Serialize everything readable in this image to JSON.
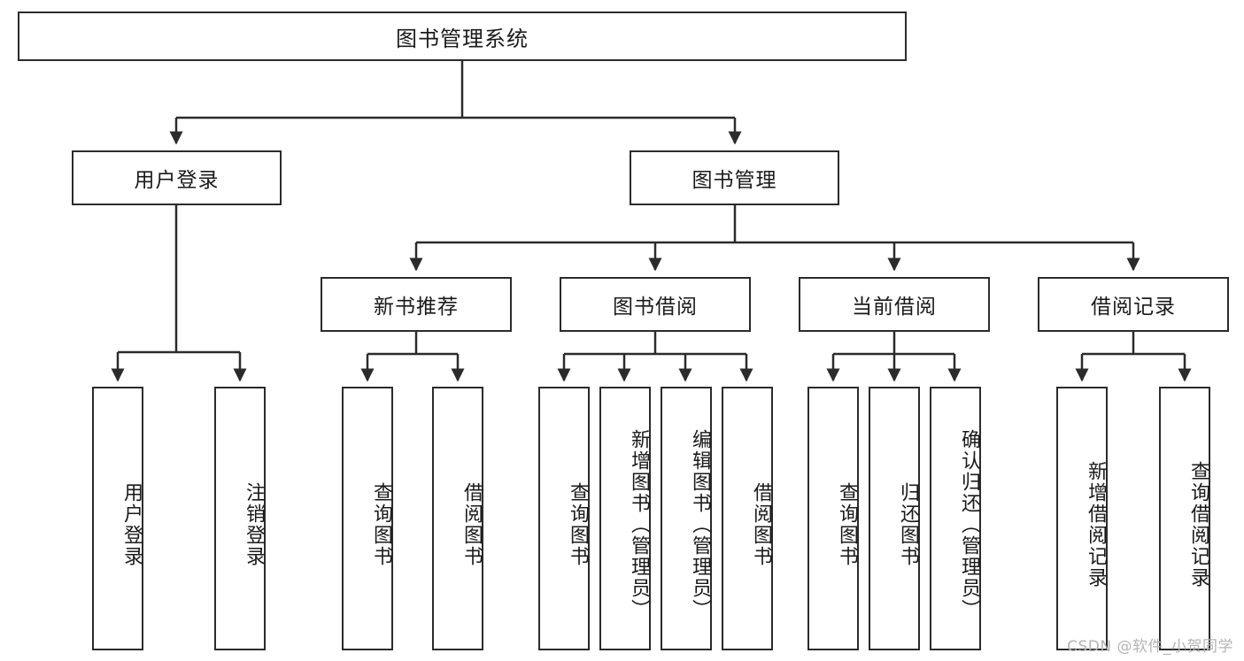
{
  "diagram": {
    "type": "tree-hierarchy",
    "title": "图书管理系统",
    "root": {
      "label": "图书管理系统"
    },
    "level2": [
      {
        "id": "user-login",
        "label": "用户登录"
      },
      {
        "id": "book-management",
        "label": "图书管理"
      }
    ],
    "level3": [
      {
        "id": "new-book-recommend",
        "label": "新书推荐",
        "parent": "book-management"
      },
      {
        "id": "book-borrow",
        "label": "图书借阅",
        "parent": "book-management"
      },
      {
        "id": "current-borrow",
        "label": "当前借阅",
        "parent": "book-management"
      },
      {
        "id": "borrow-record",
        "label": "借阅记录",
        "parent": "book-management"
      }
    ],
    "leaves": {
      "user-login": [
        {
          "id": "leaf-user-login",
          "label": "用户登录"
        },
        {
          "id": "leaf-user-logout",
          "label": "注销登录"
        }
      ],
      "new-book-recommend": [
        {
          "id": "leaf-query-book-1",
          "label": "查询图书"
        },
        {
          "id": "leaf-borrow-book-1",
          "label": "借阅图书"
        }
      ],
      "book-borrow": [
        {
          "id": "leaf-query-book-2",
          "label": "查询图书"
        },
        {
          "id": "leaf-add-book",
          "label": "新增图书（管理员）"
        },
        {
          "id": "leaf-edit-book",
          "label": "编辑图书（管理员）"
        },
        {
          "id": "leaf-borrow-book-2",
          "label": "借阅图书"
        }
      ],
      "current-borrow": [
        {
          "id": "leaf-query-book-3",
          "label": "查询图书"
        },
        {
          "id": "leaf-return-book",
          "label": "归还图书"
        },
        {
          "id": "leaf-confirm-return",
          "label": "确认归还（管理员）"
        }
      ],
      "borrow-record": [
        {
          "id": "leaf-add-record",
          "label": "新增借阅记录"
        },
        {
          "id": "leaf-query-record",
          "label": "查询借阅记录"
        }
      ]
    },
    "colors": {
      "stroke": "#2b2b2b",
      "fill": "#ffffff",
      "text": "#1a1a1a",
      "watermark": "#b4b4b4"
    }
  },
  "watermark": {
    "text": "CSDN @软件_小贺同学"
  }
}
